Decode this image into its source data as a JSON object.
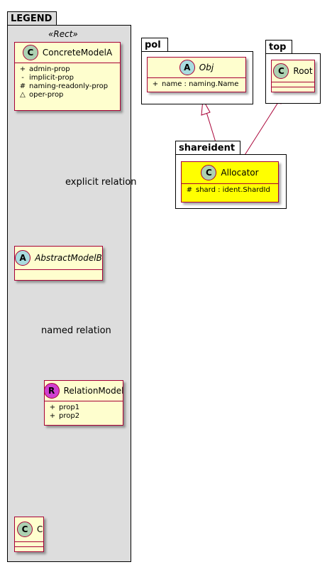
{
  "legend": {
    "package_label": "LEGEND",
    "stereotype": "«Rect»",
    "concrete_model": {
      "badge": "C",
      "name": "ConcreteModelA",
      "attributes": [
        {
          "visibility": "+",
          "name": "admin-prop"
        },
        {
          "visibility": "-",
          "name": "implicit-prop"
        },
        {
          "visibility": "#",
          "name": "naming-readonly-prop"
        },
        {
          "visibility": "△",
          "name": "oper-prop"
        }
      ]
    },
    "abstract_model": {
      "badge": "A",
      "name": "AbstractModelB"
    },
    "relation_model": {
      "badge": "R",
      "name": "RelationModel",
      "attributes": [
        {
          "visibility": "+",
          "name": "prop1"
        },
        {
          "visibility": "+",
          "name": "prop2"
        }
      ]
    },
    "c_model": {
      "badge": "C",
      "name": "C"
    },
    "explicit_relation_label": "explicit relation",
    "named_relation_label": "named relation"
  },
  "pol": {
    "package_label": "pol",
    "obj": {
      "badge": "A",
      "name": "Obj",
      "attributes": [
        {
          "visibility": "+",
          "name": "name : naming.Name"
        }
      ]
    }
  },
  "top": {
    "package_label": "top",
    "root": {
      "badge": "C",
      "name": "Root"
    }
  },
  "shareident": {
    "package_label": "shareident",
    "allocator": {
      "badge": "C",
      "name": "Allocator",
      "attributes": [
        {
          "visibility": "#",
          "name": "shard : ident.ShardId"
        }
      ]
    }
  },
  "colors": {
    "class_fill": "#fefece",
    "class_border": "#a80036",
    "highlight_fill": "#ffff00",
    "legend_fill": "#dddddd",
    "badge_class": "#add1b2",
    "badge_abstract": "#a9dcdf",
    "badge_relation": "#d040d0"
  }
}
